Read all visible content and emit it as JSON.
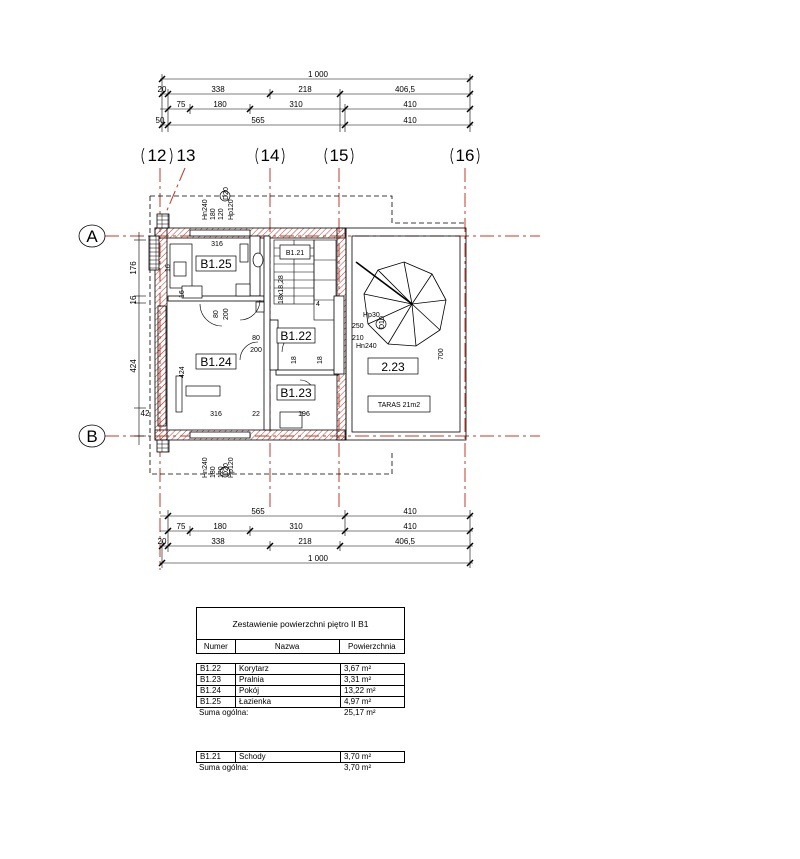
{
  "dimensions": {
    "top": {
      "total": "1 000",
      "row1": [
        "20",
        "338",
        "218",
        "406,5"
      ],
      "row2": [
        "75",
        "180",
        "310",
        "410"
      ],
      "row3": [
        "50",
        "565",
        "410"
      ]
    },
    "bottom": {
      "row1": [
        "565",
        "410"
      ],
      "row2": [
        "75",
        "180",
        "310",
        "410"
      ],
      "row3": [
        "20",
        "338",
        "218",
        "406,5"
      ],
      "total": "1 000"
    },
    "left": [
      "176",
      "16",
      "424",
      "42"
    ],
    "inner": [
      "316",
      "16",
      "80",
      "200",
      "424",
      "316",
      "22",
      "196",
      "80",
      "200",
      "18",
      "18",
      "250",
      "210",
      "700",
      "16",
      "18x18,28",
      "4"
    ]
  },
  "axes": {
    "columns": [
      "12",
      "13",
      "14",
      "15",
      "16"
    ],
    "rows": [
      "A",
      "B"
    ]
  },
  "levels": {
    "top": [
      "Hn240",
      "180",
      "120",
      "Hp120"
    ],
    "bottom": [
      "Hn240",
      "180",
      "120",
      "Hp120"
    ],
    "terrace": [
      "Hp30",
      "Hn240"
    ],
    "marker": "D20",
    "terrace_marker": "D10"
  },
  "rooms": {
    "b125": "B1.25",
    "b124": "B1.24",
    "b122": "B1.22",
    "b123": "B1.23",
    "b121": "B1.21",
    "r223": "2.23",
    "terrace": "TARAS 21m2"
  },
  "area_table": {
    "title": "Zestawienie powierzchni piętro II B1",
    "headers": [
      "Numer",
      "Nazwa",
      "Powierzchnia"
    ],
    "rows": [
      {
        "num": "B1.22",
        "name": "Korytarz",
        "area": "3,67 m²"
      },
      {
        "num": "B1.23",
        "name": "Pralnia",
        "area": "3,31 m²"
      },
      {
        "num": "B1.24",
        "name": "Pokój",
        "area": "13,22 m²"
      },
      {
        "num": "B1.25",
        "name": "Łazienka",
        "area": "4,97 m²"
      }
    ],
    "sum_label": "Suma ogólna:",
    "sum_value": "25,17 m²",
    "rows2": [
      {
        "num": "B1.21",
        "name": "Schody",
        "area": "3,70 m²"
      }
    ],
    "sum2_label": "Suma ogólna:",
    "sum2_value": "3,70 m²"
  }
}
